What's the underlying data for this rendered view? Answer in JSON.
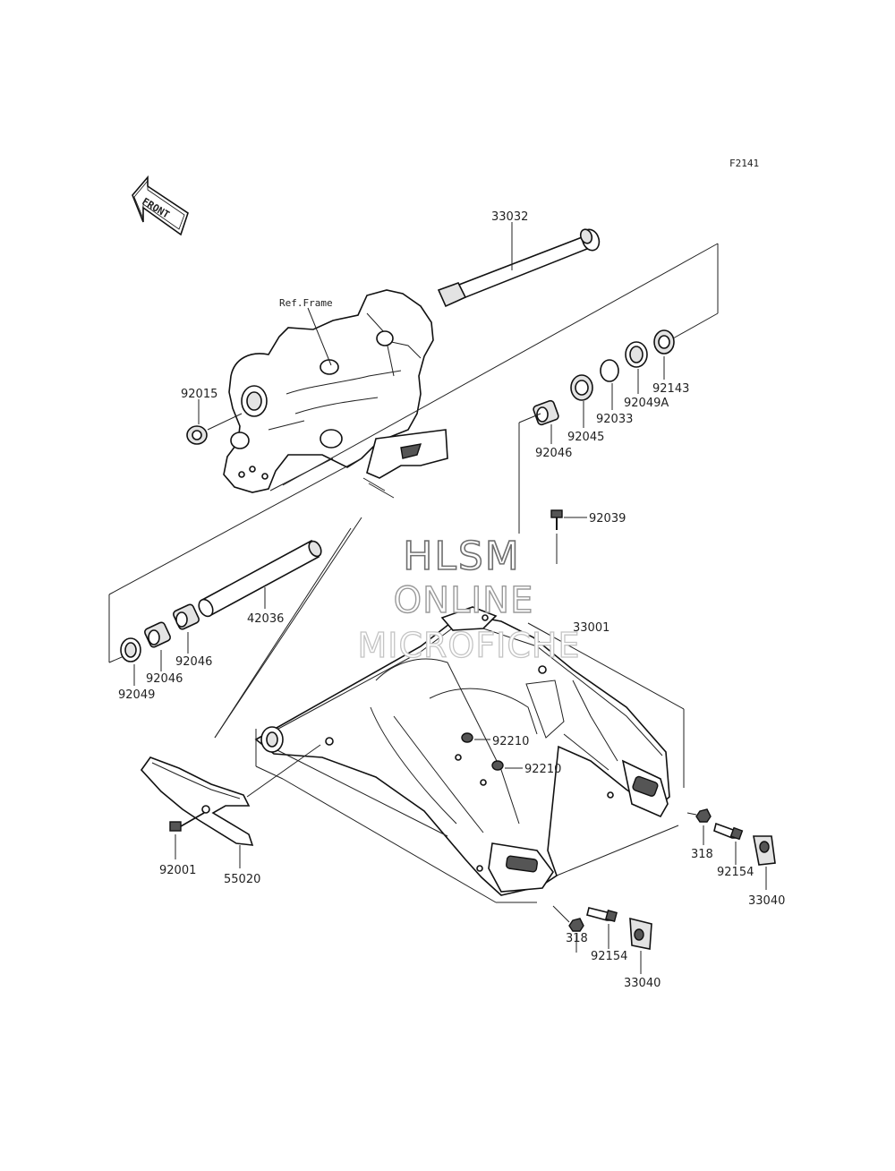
{
  "figure_code": "F2141",
  "front_arrow": "FRONT",
  "ref_frame": "Ref.Frame",
  "watermark": {
    "line1": "HLSM",
    "line2": "ONLINE",
    "line3": "MICROFICHE"
  },
  "labels": {
    "p33032": "33032",
    "p92015": "92015",
    "p92143": "92143",
    "p92049A": "92049A",
    "p92033": "92033",
    "p92045": "92045",
    "p92046_top": "92046",
    "p92039": "92039",
    "p42036": "42036",
    "p92046_left_a": "92046",
    "p92046_left_b": "92046",
    "p92049": "92049",
    "p33001": "33001",
    "p92210_a": "92210",
    "p92210_b": "92210",
    "p92001": "92001",
    "p55020": "55020",
    "p318_a": "318",
    "p92154_a": "92154",
    "p33040_a": "33040",
    "p318_b": "318",
    "p92154_b": "92154",
    "p33040_b": "33040"
  }
}
